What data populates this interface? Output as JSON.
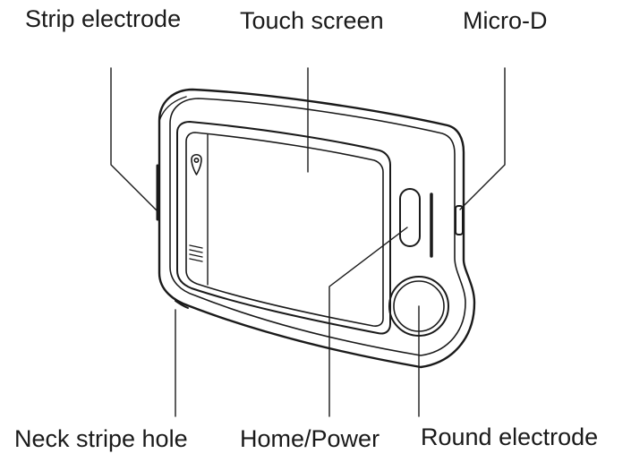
{
  "labels": {
    "strip_electrode": "Strip electrode",
    "touch_screen": "Touch screen",
    "micro_d": "Micro-D",
    "neck_stripe_hole": "Neck stripe hole",
    "home_power": "Home/Power",
    "round_electrode": "Round electrode"
  },
  "icons": {
    "location": "map-pin-icon",
    "menu": "stripe-menu-icon"
  },
  "colors": {
    "line": "#1a1a1a",
    "background": "#ffffff"
  }
}
